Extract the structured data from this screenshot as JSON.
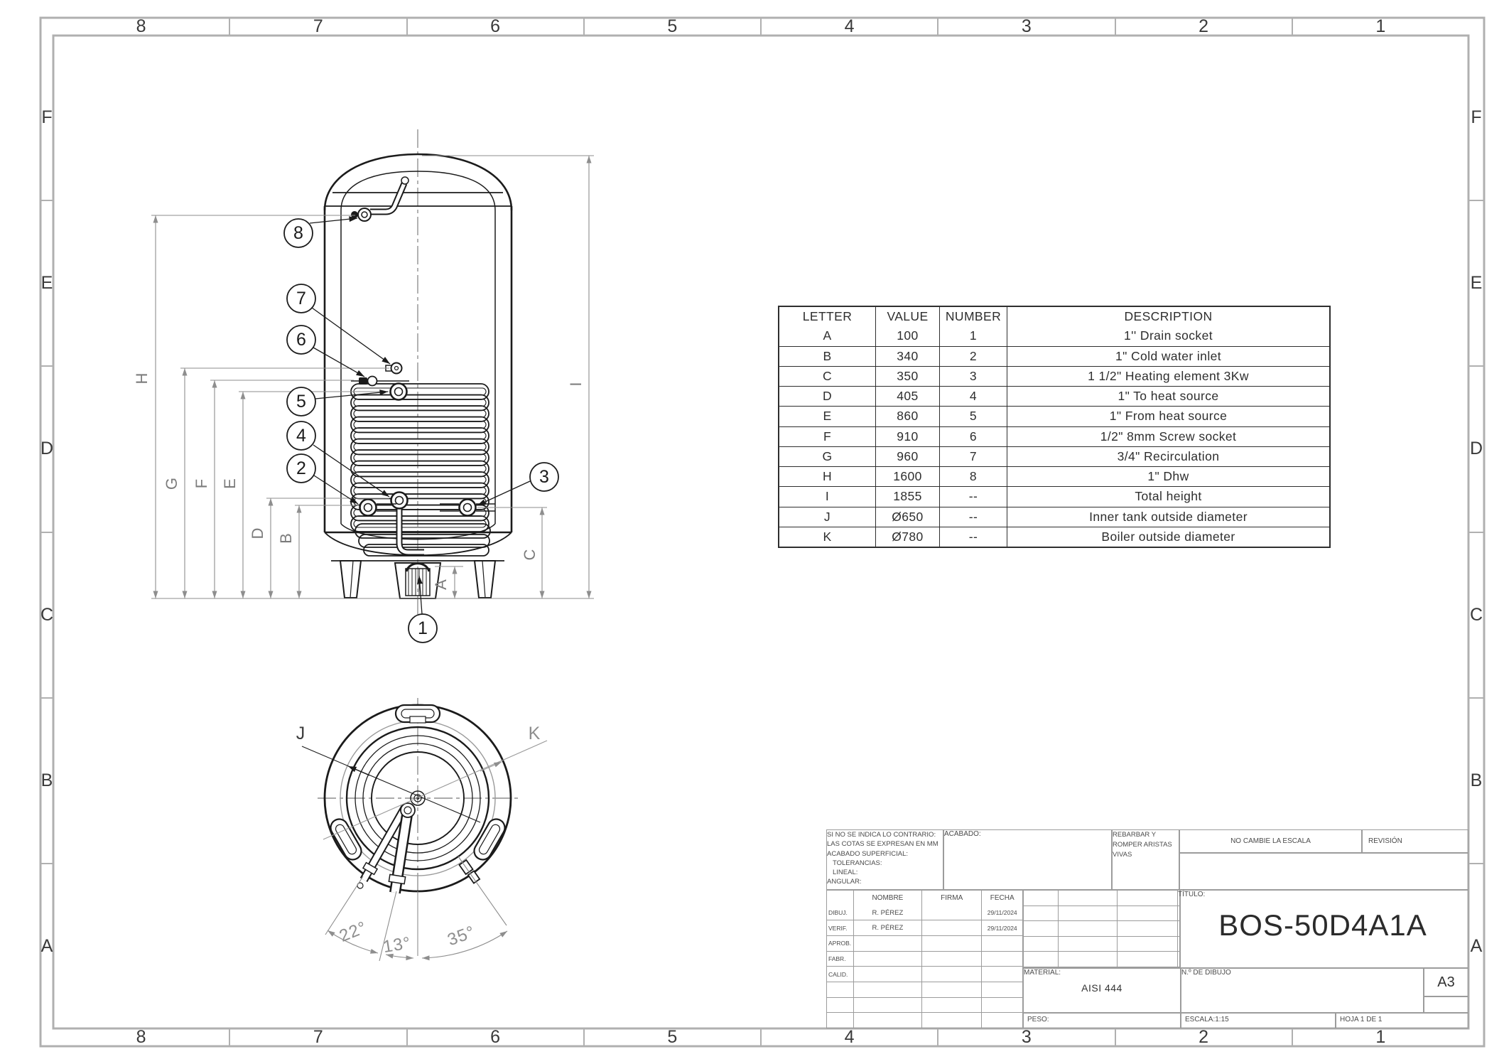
{
  "frame": {
    "columns": [
      "8",
      "7",
      "6",
      "5",
      "4",
      "3",
      "2",
      "1"
    ],
    "rows": [
      "F",
      "E",
      "D",
      "C",
      "B",
      "A"
    ]
  },
  "spec_table": {
    "headers": [
      "LETTER",
      "VALUE",
      "NUMBER",
      "DESCRIPTION"
    ],
    "rows": [
      {
        "letter": "A",
        "value": "100",
        "number": "1",
        "description": "1'' Drain socket"
      },
      {
        "letter": "B",
        "value": "340",
        "number": "2",
        "description": "1\" Cold water inlet"
      },
      {
        "letter": "C",
        "value": "350",
        "number": "3",
        "description": "1 1/2\" Heating element 3Kw"
      },
      {
        "letter": "D",
        "value": "405",
        "number": "4",
        "description": "1\" To heat source"
      },
      {
        "letter": "E",
        "value": "860",
        "number": "5",
        "description": "1\" From heat source"
      },
      {
        "letter": "F",
        "value": "910",
        "number": "6",
        "description": "1/2\" 8mm Screw socket"
      },
      {
        "letter": "G",
        "value": "960",
        "number": "7",
        "description": "3/4\" Recirculation"
      },
      {
        "letter": "H",
        "value": "1600",
        "number": "8",
        "description": "1\" Dhw"
      },
      {
        "letter": "I",
        "value": "1855",
        "number": "--",
        "description": "Total height"
      },
      {
        "letter": "J",
        "value": "Ø650",
        "number": "--",
        "description": "Inner tank outside diameter"
      },
      {
        "letter": "K",
        "value": "Ø780",
        "number": "--",
        "description": "Boiler outside diameter"
      }
    ]
  },
  "front_view": {
    "dims": {
      "h": "H",
      "g": "G",
      "f": "F",
      "e": "E",
      "d": "D",
      "b": "B",
      "c": "C",
      "a": "A",
      "i": "I"
    },
    "callouts": {
      "n1": "1",
      "n2": "2",
      "n3": "3",
      "n4": "4",
      "n5": "5",
      "n6": "6",
      "n7": "7",
      "n8": "8"
    }
  },
  "bottom_view": {
    "j": "J",
    "k": "K",
    "angles": {
      "a22": "22°",
      "a13": "13°",
      "a35": "35°"
    }
  },
  "title_block": {
    "notes": [
      "SI NO SE INDICA LO CONTRARIO:",
      "LAS COTAS SE EXPRESAN EN MM",
      "ACABADO SUPERFICIAL:",
      "TOLERANCIAS:",
      "LINEAL:",
      "ANGULAR:"
    ],
    "acabado_label": "ACABADO:",
    "deburr_lines": [
      "REBARBAR Y",
      "ROMPER ARISTAS",
      "VIVAS"
    ],
    "no_scale": "NO CAMBIE LA ESCALA",
    "revision_label": "REVISIÓN",
    "titulo_label": "TÍTULO:",
    "title": "BOS-50D4A1A",
    "sign_header": {
      "nombre": "NOMBRE",
      "firma": "FIRMA",
      "fecha": "FECHA"
    },
    "sign_rows": [
      {
        "label": "DIBUJ.",
        "nombre": "R. PÉREZ",
        "firma": "",
        "fecha": "29/11/2024"
      },
      {
        "label": "VERIF.",
        "nombre": "R. PÉREZ",
        "firma": "",
        "fecha": "29/11/2024"
      },
      {
        "label": "APROB.",
        "nombre": "",
        "firma": "",
        "fecha": ""
      },
      {
        "label": "FABR.",
        "nombre": "",
        "firma": "",
        "fecha": ""
      },
      {
        "label": "CALID.",
        "nombre": "",
        "firma": "",
        "fecha": ""
      },
      {
        "label": "",
        "nombre": "",
        "firma": "",
        "fecha": ""
      },
      {
        "label": "",
        "nombre": "",
        "firma": "",
        "fecha": ""
      },
      {
        "label": "",
        "nombre": "",
        "firma": "",
        "fecha": ""
      }
    ],
    "material_label": "MATERIAL:",
    "material": "AISI 444",
    "drawing_no_label": "N.º DE DIBUJO",
    "sheet_size": "A3",
    "peso_label": "PESO:",
    "escala": "ESCALA:1:15",
    "hoja": "HOJA 1 DE 1"
  }
}
